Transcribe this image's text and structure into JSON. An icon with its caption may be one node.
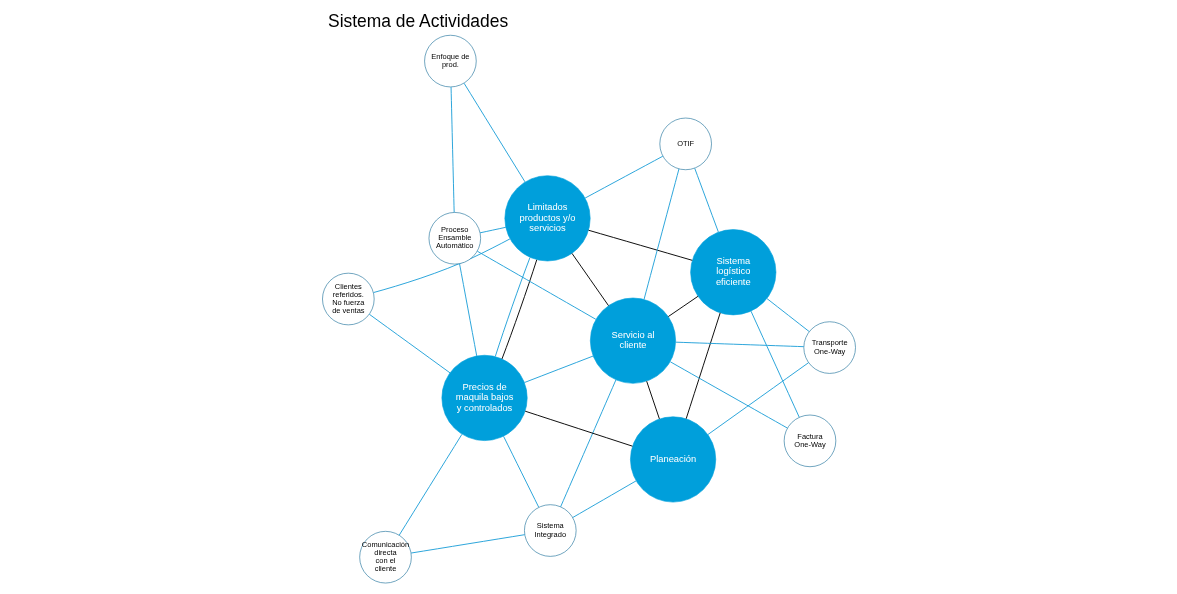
{
  "diagram": {
    "title": "Sistema de Actividades",
    "nodes": [
      {
        "text": [
          "Limitados productos y/o servicios"
        ]
      },
      {
        "text": [
          "Enfoque de prod."
        ]
      },
      {
        "text": [
          "Clientes referidos. No fuerza de ventas"
        ]
      },
      {
        "text": [
          "Proceso Ensamble Automático"
        ]
      },
      {
        "text": [
          "OTIF"
        ]
      },
      {
        "text": [
          "Sistema logístico eficiente"
        ]
      },
      {
        "text": [
          "Servicio al cliente"
        ]
      },
      {
        "text": [
          "Precios de maquila bajos y controlados"
        ]
      },
      {
        "text": [
          "Transporte One-Way"
        ]
      },
      {
        "text": [
          "Sistema Integrado"
        ]
      },
      {
        "text": [
          "Factura One-Way"
        ]
      },
      {
        "text": [
          "Comunicación directa con el cliente"
        ]
      },
      {
        "text": [
          "Planeación"
        ]
      }
    ],
    "edges": [
      {
        "from": 0,
        "to": 5,
        "arrow": "none",
        "color": "#000000"
      },
      {
        "from": 0,
        "to": 6,
        "arrow": "none",
        "color": "#000000"
      },
      {
        "from": 0,
        "to": 7,
        "arrow": "none",
        "color": "#000000"
      },
      {
        "from": 5,
        "to": 6,
        "arrow": "none",
        "color": "#000000"
      },
      {
        "from": 5,
        "to": 12,
        "arrow": "none",
        "color": "#000000"
      },
      {
        "from": 6,
        "to": 12,
        "arrow": "none",
        "color": "#000000"
      },
      {
        "from": 12,
        "to": 7,
        "arrow": "none",
        "color": "#000000"
      },
      {
        "from": 0,
        "to": 1,
        "arrow": "none"
      },
      {
        "from": 0,
        "to": 2,
        "arrow": "none"
      },
      {
        "from": 0,
        "to": 7,
        "arrow": "none"
      },
      {
        "from": 0,
        "to": 3,
        "arrow": "none"
      },
      {
        "from": 0,
        "to": 4,
        "arrow": "none"
      },
      {
        "from": 1,
        "to": 3,
        "arrow": "none"
      },
      {
        "from": 2,
        "to": 7,
        "arrow": "none"
      },
      {
        "from": 3,
        "to": 6,
        "arrow": "none"
      },
      {
        "from": 3,
        "to": 7,
        "arrow": "none"
      },
      {
        "from": 4,
        "to": 5,
        "arrow": "none"
      },
      {
        "from": 4,
        "to": 6,
        "arrow": "none"
      },
      {
        "from": 5,
        "to": 8,
        "arrow": "none"
      },
      {
        "from": 5,
        "to": 10,
        "arrow": "none"
      },
      {
        "from": 6,
        "to": 7,
        "arrow": "none"
      },
      {
        "from": 8,
        "to": 6,
        "arrow": "none"
      },
      {
        "from": 8,
        "to": 12,
        "arrow": "none"
      },
      {
        "from": 10,
        "to": 6,
        "arrow": "none"
      },
      {
        "from": 6,
        "to": 9,
        "arrow": "none"
      },
      {
        "from": 9,
        "to": 7,
        "arrow": "none"
      },
      {
        "from": 9,
        "to": 12,
        "arrow": "none"
      },
      {
        "from": 9,
        "to": 11,
        "arrow": "none"
      },
      {
        "from": 11,
        "to": 7,
        "arrow": "none"
      }
    ]
  }
}
